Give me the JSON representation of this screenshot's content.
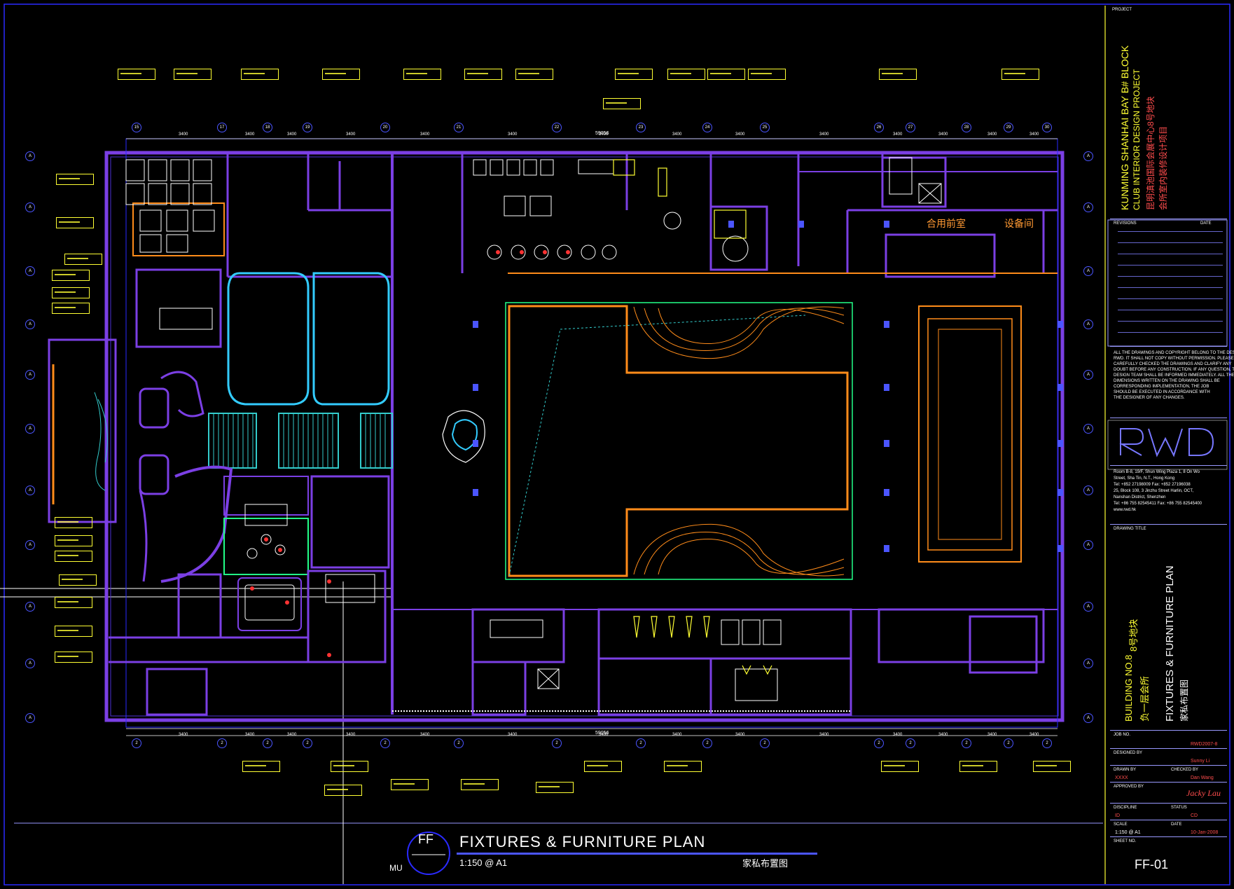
{
  "drawing": {
    "main_title": "FIXTURES & FURNITURE PLAN",
    "scale": "1:150 @ A1",
    "title_cn": "家私布置图",
    "badge": "FF",
    "view_label": "MU"
  },
  "rooms": {
    "reception": "合用前室",
    "equipment": "设备间"
  },
  "title_block": {
    "project_label": "PROJECT",
    "project_en_1": "KUNMING SHANHAI BAY B# BLOCK",
    "project_en_2": "CLUB INTERIOR DESIGN PROJECT",
    "project_cn_1": "昆明滇池国际会展中心8号地块",
    "project_cn_2": "会所室内装修设计项目",
    "revisions_label": "REVISIONS",
    "date_label": "DATE",
    "notes": [
      "ALL THE DRAWINGS AND COPYRIGHT BELONG TO THE DESIGN",
      "RWD. IT SHALL NOT COPY WITHOUT PERMISSION. PLEASE BE",
      "CAREFULLY CHECKED THE DRAWINGS AND CLARIFY ANY",
      "DOUBT BEFORE ANY CONSTRUCTION. IF ANY QUESTION, THE",
      "DESIGN TEAM SHALL BE INFORMED IMMEDIATELY. ALL THE",
      "DIMENSIONS WRITTEN ON THE DRAWING SHALL BE",
      "CORRESPONDING IMPLEMENTATION, THE JOB",
      "SHOULD BE EXECUTED IN ACCORDANCE WITH",
      "THE DESIGNER OF ANY CHANGES."
    ],
    "logo": "RWD",
    "address": [
      "Room B-8, 19/F, Shun Wing Plaza 1, 8 On Wo",
      "Street, Sha Tin, N.T., Hong Kong",
      "Tel: +852 27198009   Fax: +852 27196038",
      "25, Block 108, 3 Jinzhu Street Harlin, OCT,",
      "Nanshan District, Shenzhen",
      "Tel: +86 755 82545411   Fax: +86 755 82545400",
      "www.rwd.hk"
    ],
    "drawing_title_label": "DRAWING TITLE",
    "building_en": "BUILDING NO.8",
    "building_cn": "8号地块",
    "floor_cn": "负一层会所",
    "drawing_title_en": "FIXTURES & FURNITURE PLAN",
    "drawing_title_cn": "家私布置图",
    "job_no_label": "JOB NO.",
    "job_no": "RWD2007-8",
    "designed_by_label": "DESIGNED BY",
    "designed_by": "Sunny Li",
    "drawn_by_label": "DRAWN BY",
    "checked_by_label": "CHECKED BY",
    "drawn_by": "XXXX",
    "checked_by": "Dan Wang",
    "approved_by_label": "APPROVED BY",
    "approved_by": "Jacky Lau",
    "discipline_label": "DISCIPLINE",
    "status_label": "STATUS",
    "discipline": "ID",
    "status": "CD",
    "scale_label": "SCALE",
    "date_field_label": "DATE",
    "scale": "1:150 @ A1",
    "date": "10-Jan-2008",
    "sheet_no_label": "SHEET NO.",
    "sheet_no": "FF-01"
  },
  "plan": {
    "top_grid": [
      "15",
      "17",
      "18",
      "19",
      "20",
      "21",
      "22",
      "23",
      "24",
      "25",
      "26",
      "27",
      "28",
      "29",
      "30"
    ],
    "bottom_grid": [
      "2",
      "2",
      "2",
      "2",
      "2",
      "2",
      "2",
      "2",
      "2",
      "2",
      "2",
      "2",
      "2",
      "2",
      "2"
    ],
    "left_grid": [
      "A",
      "A",
      "A",
      "A",
      "A",
      "A",
      "A",
      "A",
      "A",
      "A",
      "A",
      "A"
    ],
    "dimension": "3400",
    "overall_dimension": "59056"
  },
  "colors": {
    "background": "#000000",
    "frame": "#2a2aff",
    "wall": "#7b3fe4",
    "furniture": "#ffffff",
    "callout": "#ffff33",
    "stair": "#33cccc",
    "orange": "#ff8c1a",
    "title_red": "#ff3333",
    "green": "#22ff88"
  }
}
